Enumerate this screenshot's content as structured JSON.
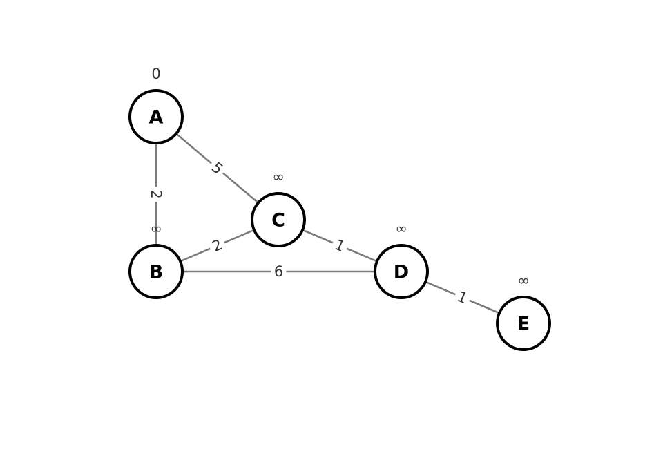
{
  "graph": {
    "nodes": [
      {
        "id": "A",
        "label": "A",
        "distance": "0"
      },
      {
        "id": "B",
        "label": "B",
        "distance": "∞"
      },
      {
        "id": "C",
        "label": "C",
        "distance": "∞"
      },
      {
        "id": "D",
        "label": "D",
        "distance": "∞"
      },
      {
        "id": "E",
        "label": "E",
        "distance": "∞"
      }
    ],
    "edges": [
      {
        "from": "A",
        "to": "B",
        "weight": "2"
      },
      {
        "from": "A",
        "to": "C",
        "weight": "5"
      },
      {
        "from": "B",
        "to": "C",
        "weight": "2"
      },
      {
        "from": "B",
        "to": "D",
        "weight": "6"
      },
      {
        "from": "C",
        "to": "D",
        "weight": "1"
      },
      {
        "from": "D",
        "to": "E",
        "weight": "1"
      }
    ]
  },
  "colors": {
    "edge": "#7a7a7a",
    "node_stroke": "#000000",
    "node_fill": "#ffffff",
    "text": "#333333"
  }
}
